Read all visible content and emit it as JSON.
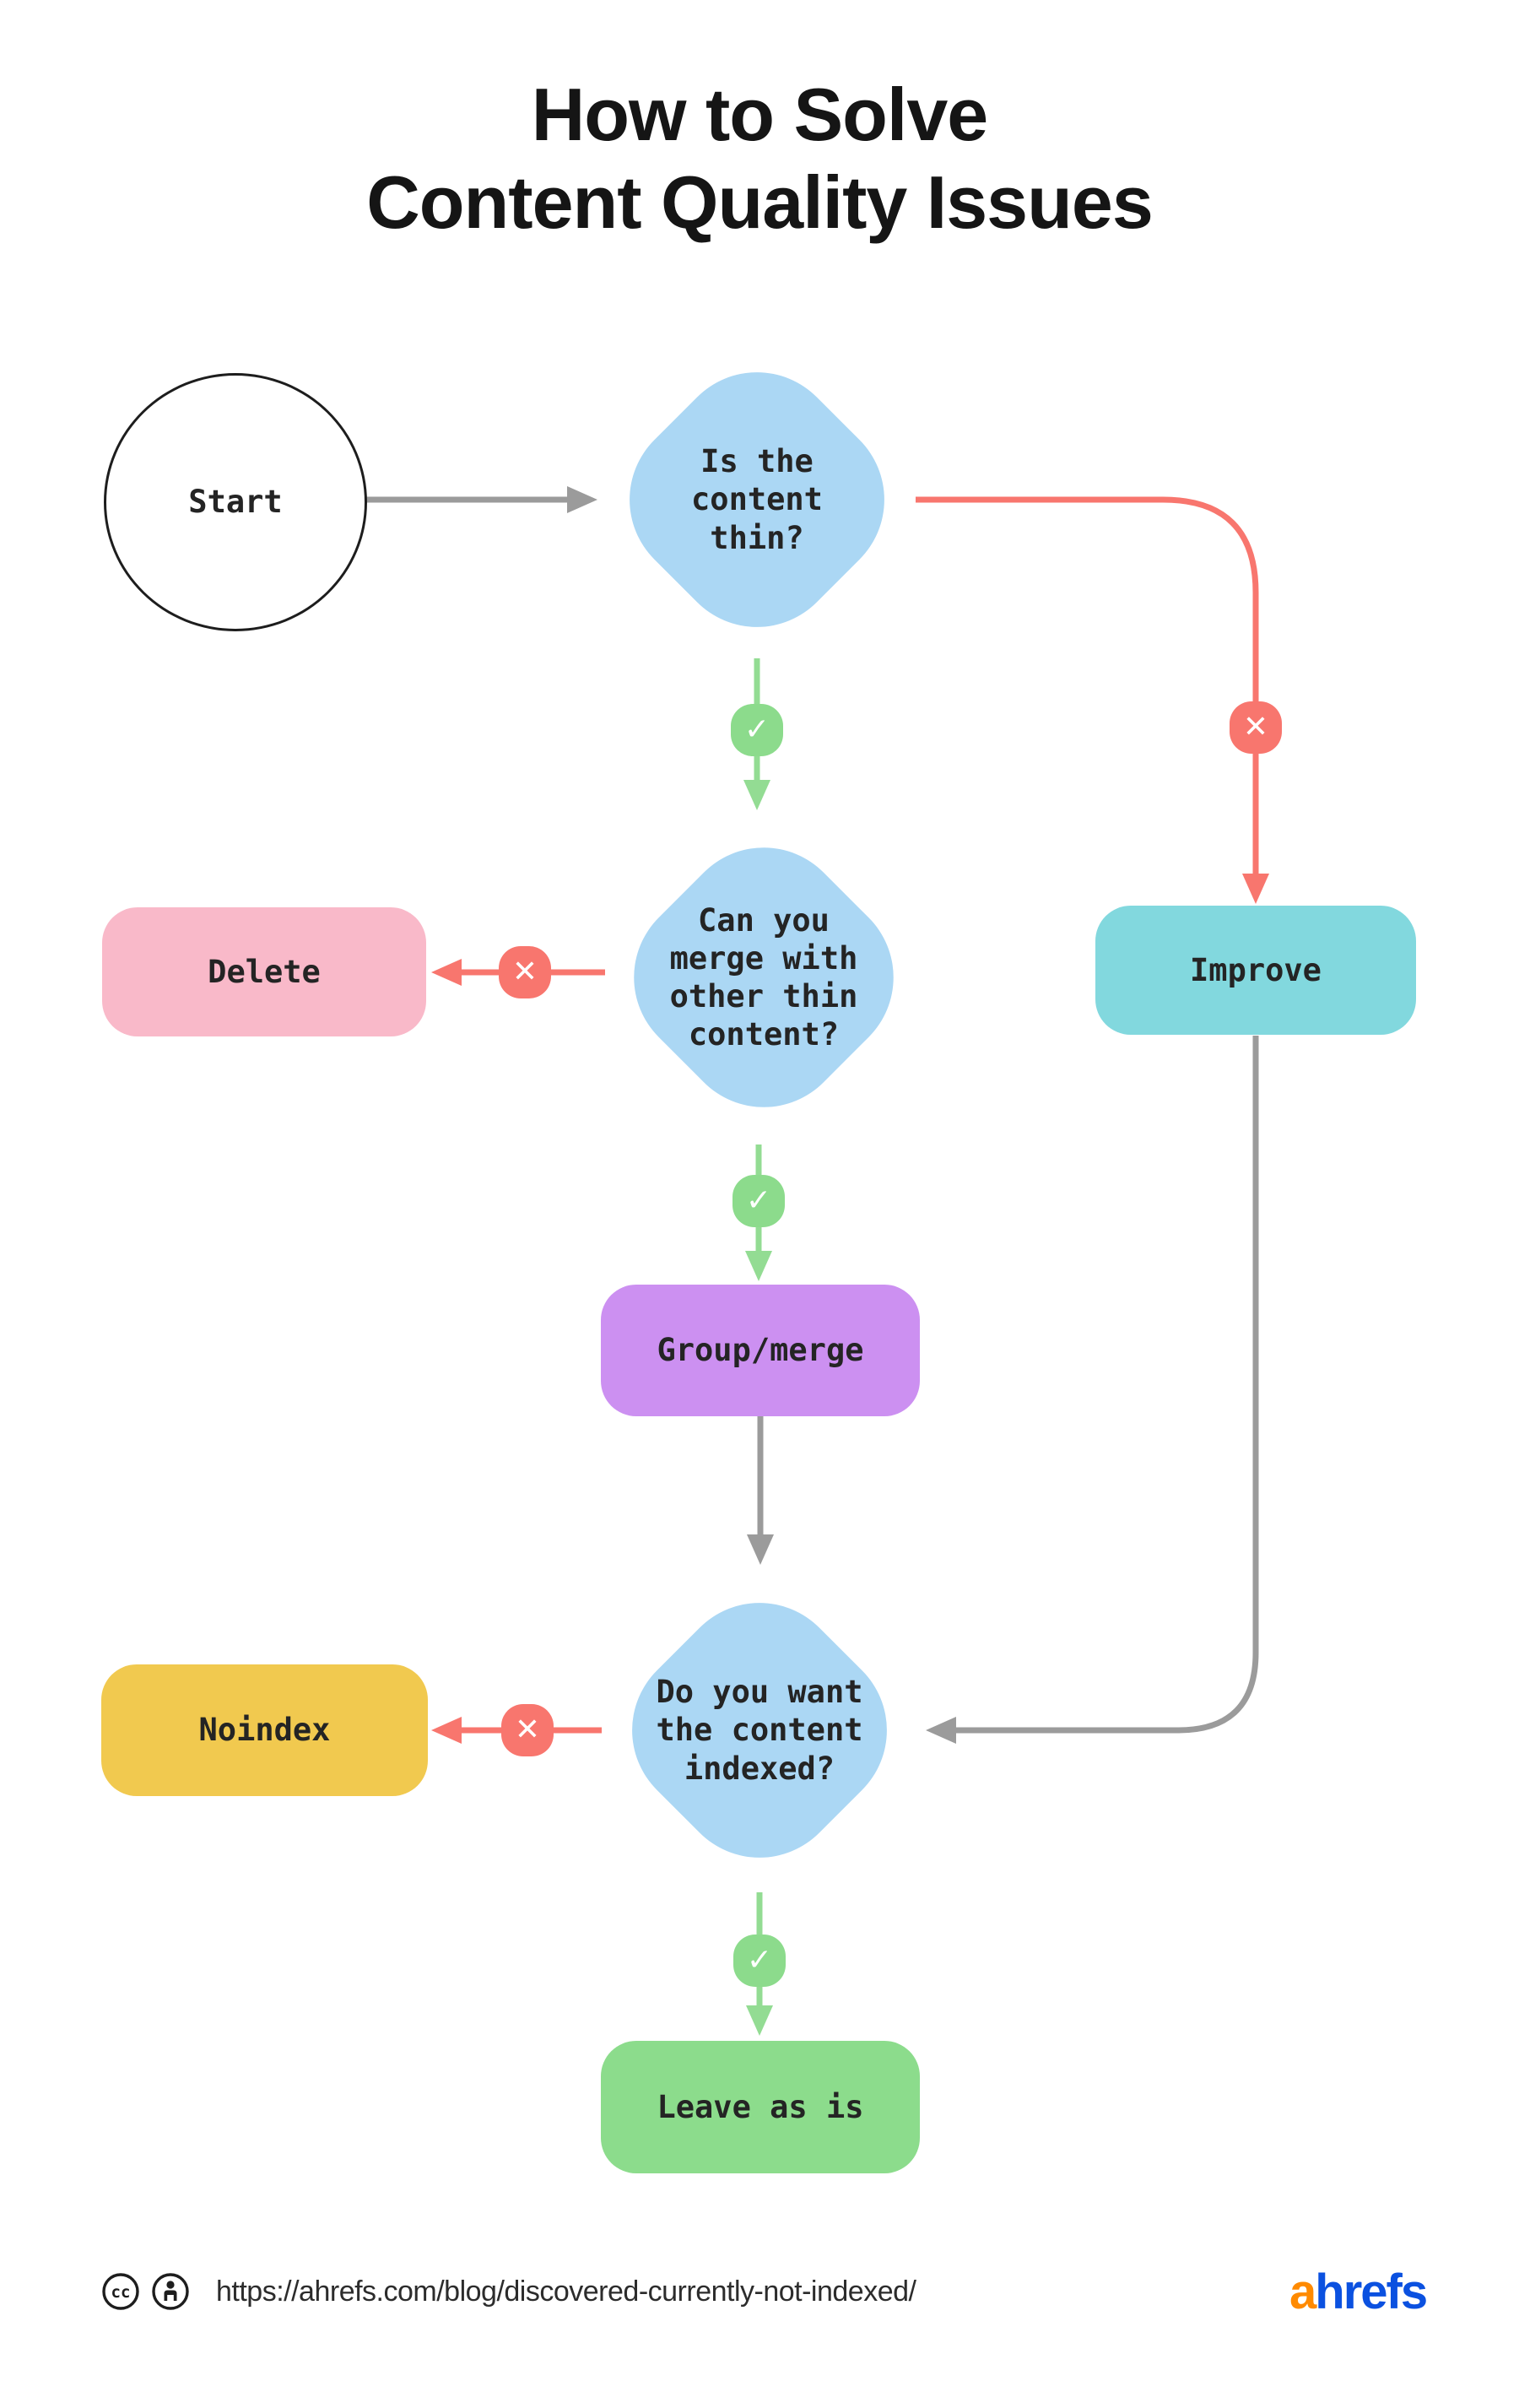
{
  "title": {
    "text": "How to Solve\nContent Quality Issues"
  },
  "flow": {
    "start": "Start",
    "q_thin": "Is the\ncontent\nthin?",
    "q_merge": "Can you\nmerge with\nother thin\ncontent?",
    "q_indexed": "Do you want\nthe content\nindexed?",
    "improve": "Improve",
    "delete": "Delete",
    "group_merge": "Group/merge",
    "noindex": "Noindex",
    "leave_as_is": "Leave as is"
  },
  "icons": {
    "yes_check": "✓",
    "no_cross": "✕",
    "cc_letters": "cc"
  },
  "colors": {
    "decision_blue": "#ABD7F4",
    "yes_green": "#8CDB8C",
    "yes_line_green": "#93DC93",
    "no_red": "#F8766E",
    "delete_pink": "#F9B9C9",
    "improve_teal": "#82D8DE",
    "group_purple": "#CC90F1",
    "noindex_yellow": "#F1C94F",
    "leave_green": "#8CDC8C",
    "connector_gray": "#9B9B9B",
    "ink": "#1D1D1D",
    "brand_orange": "#FF8A00",
    "brand_blue": "#0B51E0"
  },
  "footer": {
    "url": "https://ahrefs.com/blog/discovered-currently-not-indexed/",
    "logo_a": "a",
    "logo_rest": "hrefs"
  }
}
